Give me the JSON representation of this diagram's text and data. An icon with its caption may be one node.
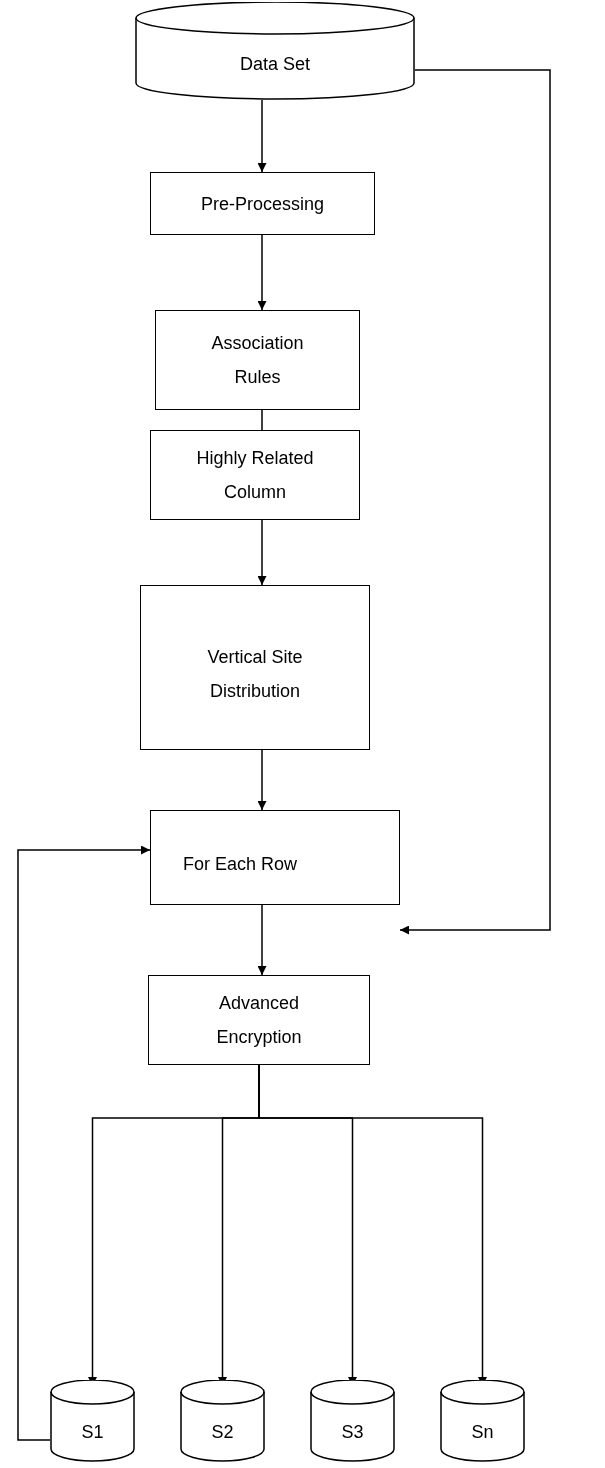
{
  "diagram": {
    "nodes": [
      {
        "text": [
          "Data Set"
        ]
      },
      {
        "text": [
          "Pre-Processing"
        ]
      },
      {
        "text": [
          "Association Rules"
        ]
      },
      {
        "text": [
          "Highly Related Column"
        ]
      },
      {
        "text": [
          "Vertical Site Distribution"
        ]
      },
      {
        "text": [
          "For Each Row"
        ]
      },
      {
        "text": [
          "Advanced Encryption"
        ]
      },
      {
        "text": [
          "S1"
        ]
      },
      {
        "text": [
          "S2"
        ]
      },
      {
        "text": [
          "S3"
        ]
      },
      {
        "text": [
          "Sn"
        ]
      }
    ],
    "edges": [
      {
        "from": 0,
        "to": 1,
        "arrow": "to"
      },
      {
        "from": 1,
        "to": 2,
        "arrow": "to"
      },
      {
        "from": 2,
        "to": 3,
        "arrow": "none"
      },
      {
        "from": 3,
        "to": 4,
        "arrow": "to"
      },
      {
        "from": 4,
        "to": 5,
        "arrow": "to"
      },
      {
        "from": 0,
        "to": 5,
        "arrow": "to"
      },
      {
        "from": 5,
        "to": 6,
        "arrow": "to"
      },
      {
        "from": 6,
        "to": 7,
        "arrow": "to"
      },
      {
        "from": 6,
        "to": 8,
        "arrow": "to"
      },
      {
        "from": 6,
        "to": 9,
        "arrow": "to"
      },
      {
        "from": 6,
        "to": 10,
        "arrow": "to"
      },
      {
        "from": 7,
        "to": 5,
        "arrow": "to"
      }
    ]
  }
}
